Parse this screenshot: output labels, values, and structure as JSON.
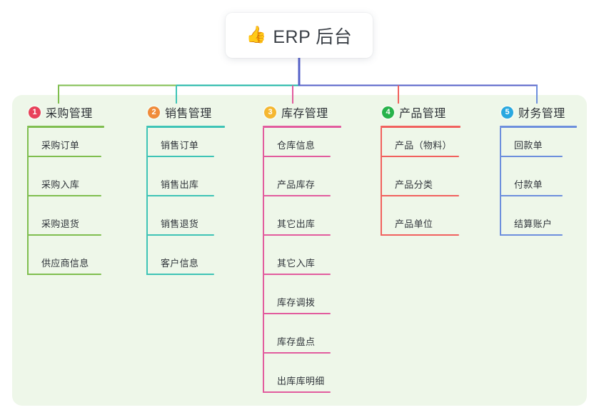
{
  "title": {
    "icon": "thumbs-up-icon",
    "icon_glyph": "👍",
    "text": "ERP 后台"
  },
  "theme": {
    "panel_bg": "#eef7e9",
    "page_bg": "#ffffff",
    "title_color": "#3c4148",
    "bus_left_color": "#7fbe4f",
    "bus_mid_color": "#1bb6a5",
    "bus_right_color": "#5560c8"
  },
  "columns": [
    {
      "number": "1",
      "title": "采购管理",
      "badge_color": "#e8415a",
      "line_color": "#7fbe4f",
      "items": [
        {
          "label": "采购订单"
        },
        {
          "label": "采购入库"
        },
        {
          "label": "采购退货"
        },
        {
          "label": "供应商信息"
        }
      ]
    },
    {
      "number": "2",
      "title": "销售管理",
      "badge_color": "#f08b3a",
      "line_color": "#3ec4b6",
      "items": [
        {
          "label": "销售订单"
        },
        {
          "label": "销售出库"
        },
        {
          "label": "销售退货"
        },
        {
          "label": "客户信息"
        }
      ]
    },
    {
      "number": "3",
      "title": "库存管理",
      "badge_color": "#f5b731",
      "line_color": "#e25c9e",
      "items": [
        {
          "label": "仓库信息"
        },
        {
          "label": "产品库存"
        },
        {
          "label": "其它出库"
        },
        {
          "label": "其它入库"
        },
        {
          "label": "库存调拨"
        },
        {
          "label": "库存盘点"
        },
        {
          "label": "出库库明细"
        }
      ]
    },
    {
      "number": "4",
      "title": "产品管理",
      "badge_color": "#27b34b",
      "line_color": "#f1615e",
      "items": [
        {
          "label": "产品（物料）"
        },
        {
          "label": "产品分类"
        },
        {
          "label": "产品单位"
        }
      ]
    },
    {
      "number": "5",
      "title": "财务管理",
      "badge_color": "#29a8e0",
      "line_color": "#6d8fdd",
      "items": [
        {
          "label": "回款单"
        },
        {
          "label": "付款单"
        },
        {
          "label": "结算账户"
        }
      ]
    }
  ]
}
